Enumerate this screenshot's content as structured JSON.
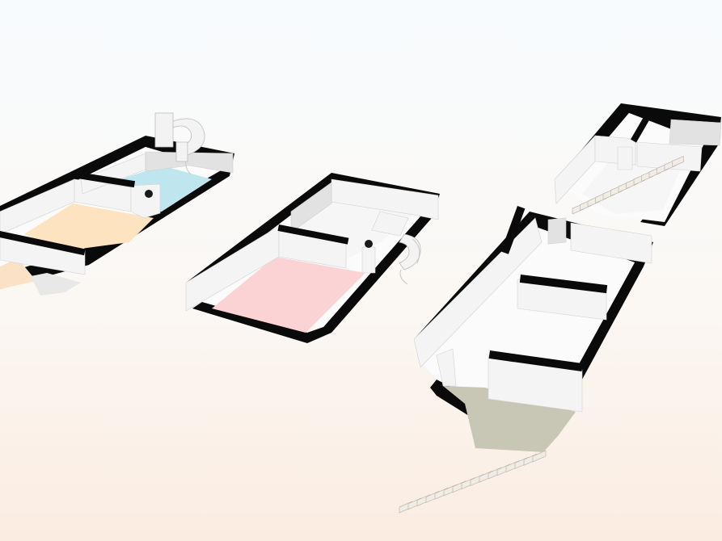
{
  "viewer": {
    "background_top": "#f8fbfe",
    "background_bottom": "#fbece1"
  },
  "floors": [
    {
      "name": "floor-left",
      "rooms": [
        {
          "name": "room-peach",
          "color": "#fde3bf"
        },
        {
          "name": "room-lightblue",
          "color": "#bfe6ef"
        },
        {
          "name": "room-peach-small",
          "color": "#fbe2c6"
        },
        {
          "name": "room-gray-small",
          "color": "#e8e8e8"
        }
      ],
      "features": [
        "spiral-staircase"
      ]
    },
    {
      "name": "floor-middle",
      "rooms": [
        {
          "name": "room-pink",
          "color": "#fbd3d4"
        },
        {
          "name": "room-white",
          "color": "#f6f6f6"
        }
      ],
      "features": [
        "spiral-staircase"
      ]
    },
    {
      "name": "floor-top-right",
      "rooms": [
        {
          "name": "room-white",
          "color": "#f6f6f6"
        }
      ],
      "features": [
        "straight-staircase"
      ]
    },
    {
      "name": "floor-bottom-right",
      "rooms": [
        {
          "name": "room-white",
          "color": "#f8f8f8"
        },
        {
          "name": "room-olive",
          "color": "#c8c6b5"
        }
      ],
      "features": [
        "straight-staircase"
      ]
    }
  ],
  "colors": {
    "wall_top": "#0a0a0a",
    "wall_face": "#f4f4f4",
    "stair": "#f1ede6"
  }
}
